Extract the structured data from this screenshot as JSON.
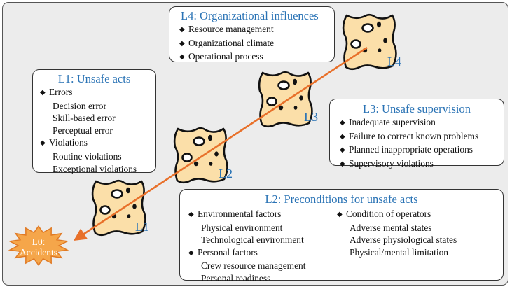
{
  "accident": {
    "line1": "L0:",
    "line2": "Accidents"
  },
  "levels": [
    "L1",
    "L2",
    "L3",
    "L4"
  ],
  "l4": {
    "title": "L4: Organizational influences",
    "items": [
      "Resource management",
      "Organizational climate",
      "Operational process"
    ]
  },
  "l1": {
    "title": "L1: Unsafe acts",
    "errors": "Errors",
    "error_items": [
      "Decision error",
      "Skill-based error",
      "Perceptual error"
    ],
    "violations": "Violations",
    "violation_items": [
      "Routine violations",
      "Exceptional violations"
    ]
  },
  "l3": {
    "title": "L3: Unsafe supervision",
    "items": [
      "Inadequate supervision",
      "Failure to correct known problems",
      "Planned inappropriate operations",
      "Supervisory violations"
    ]
  },
  "l2": {
    "title": "L2: Preconditions for unsafe acts",
    "env": "Environmental factors",
    "env_items": [
      "Physical environment",
      "Technological environment"
    ],
    "personal": "Personal factors",
    "personal_items": [
      "Crew resource management",
      "Personal readiness"
    ],
    "condition": "Condition of operators",
    "condition_items": [
      "Adverse mental states",
      "Adverse physiological states",
      "Physical/mental limitation"
    ]
  },
  "colors": {
    "cheese": "#fbdfa9",
    "arrow": "#e8702a",
    "title": "#2a73b5",
    "burst": "#f5a64a"
  }
}
